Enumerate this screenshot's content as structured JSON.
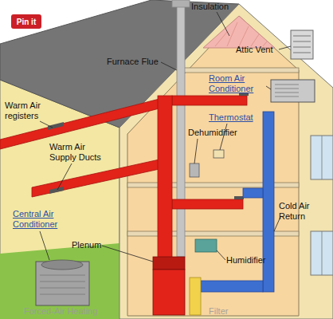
{
  "diagram": {
    "nodes": [
      {
        "text": [
          "Pin it"
        ]
      }
    ],
    "labels": [
      "Insulation",
      "Furnace Flue",
      "Attic Vent",
      "Room Air Conditioner",
      "Thermostat",
      "Dehumidifier",
      "Warm Air registers",
      "Warm Air Supply Ducts",
      "Cold Air Return",
      "Central Air Conditioner",
      "Plenum",
      "Humidifier",
      "Forced-Air Heating",
      "Filter"
    ]
  }
}
